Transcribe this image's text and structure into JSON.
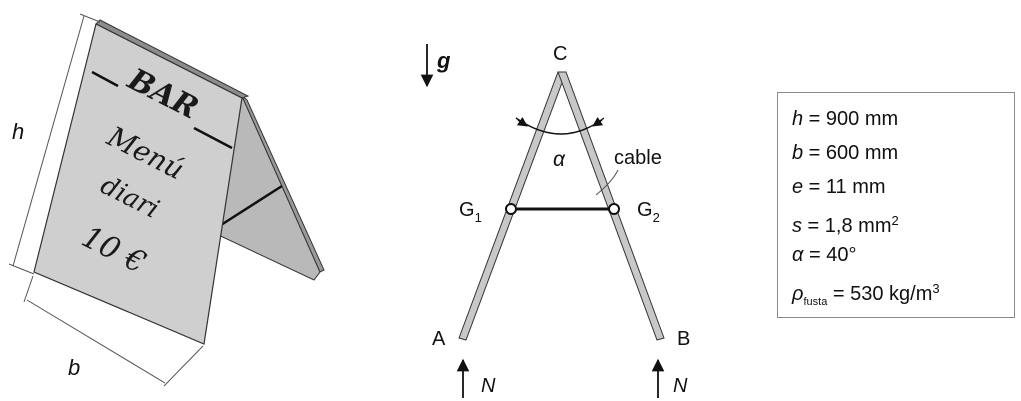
{
  "sign": {
    "heading": "BAR",
    "menu_line1": "Menú",
    "menu_line2": "diari",
    "price": "10 €",
    "dim_h": "h",
    "dim_b": "b"
  },
  "frame": {
    "gravity_label": "g",
    "top_point": "C",
    "left_bottom_point": "A",
    "right_bottom_point": "B",
    "left_joint": "G",
    "left_joint_sub": "1",
    "right_joint": "G",
    "right_joint_sub": "2",
    "angle_label": "α",
    "cable_label": "cable",
    "left_force": "N",
    "right_force": "N"
  },
  "data": {
    "h": {
      "sym": "h",
      "rest": " = 900 mm"
    },
    "b": {
      "sym": "b",
      "rest": " = 600 mm"
    },
    "e": {
      "sym": "e",
      "rest": " = 11 mm"
    },
    "s": {
      "sym": "s",
      "rest": " = 1,8 mm",
      "sup": "2"
    },
    "alpha": {
      "sym": "α",
      "rest": " = 40°"
    },
    "rho": {
      "sym": "ρ",
      "sub": "fusta",
      "rest": " = 530 kg/m",
      "sup": "3"
    }
  },
  "colors": {
    "panel_face": "#cfcfcf",
    "panel_side": "#b9b9b9",
    "line": "#111111"
  }
}
